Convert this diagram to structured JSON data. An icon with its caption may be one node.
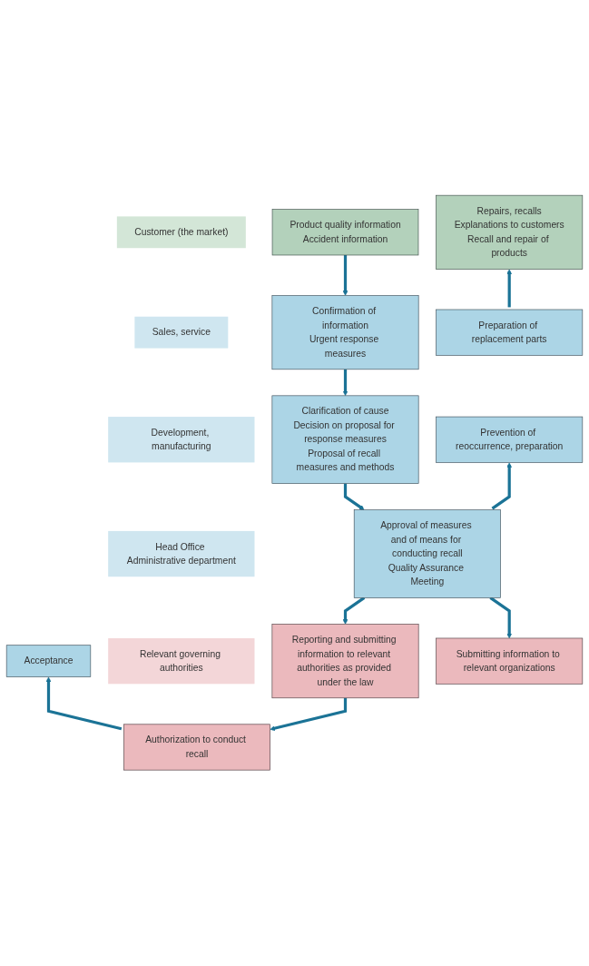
{
  "diagram": {
    "nodes": [
      {
        "text": [
          "Customer (the market)"
        ]
      },
      {
        "text": [
          "Product quality information",
          "Accident information"
        ]
      },
      {
        "text": [
          "Repairs, recalls",
          "Explanations to customers",
          "Recall and repair of products"
        ]
      },
      {
        "text": [
          "Sales, service"
        ]
      },
      {
        "text": [
          "Confirmation of information",
          "Urgent response measures"
        ]
      },
      {
        "text": [
          "Development, manufacturing"
        ]
      },
      {
        "text": [
          "Clarification of cause",
          "Decision on proposal for response measures",
          "Proposal of recall measures and methods"
        ]
      },
      {
        "text": [
          "Preparation of replacement parts"
        ]
      },
      {
        "text": [
          "Prevention of reoccurrence, preparation"
        ]
      },
      {
        "text": [
          "Head Office Administrative department"
        ]
      },
      {
        "text": [
          "Approval of measures and of means for conducting recall",
          "Quality Assurance Meeting"
        ]
      },
      {
        "text": [
          "Acceptance"
        ]
      },
      {
        "text": [
          "Relevant governing authorities"
        ]
      },
      {
        "text": [
          "Reporting and submitting information to relevant authorities as provided under the law"
        ]
      },
      {
        "text": [
          "Submitting information to relevant organizations"
        ]
      },
      {
        "text": [
          "Authorization to conduct recall"
        ]
      }
    ],
    "edges": [
      {
        "from": 1,
        "to": 4,
        "arrow": "to"
      },
      {
        "from": 4,
        "to": 6,
        "arrow": "to"
      },
      {
        "from": 6,
        "to": 10,
        "arrow": "to"
      },
      {
        "from": 7,
        "to": 2,
        "arrow": "to"
      },
      {
        "from": 10,
        "to": 8,
        "arrow": "to"
      },
      {
        "from": 10,
        "to": 14,
        "arrow": "to"
      },
      {
        "from": 10,
        "to": 13,
        "arrow": "to"
      },
      {
        "from": 15,
        "to": 11,
        "arrow": "to"
      },
      {
        "from": 13,
        "to": 15,
        "arrow": "to"
      }
    ]
  }
}
